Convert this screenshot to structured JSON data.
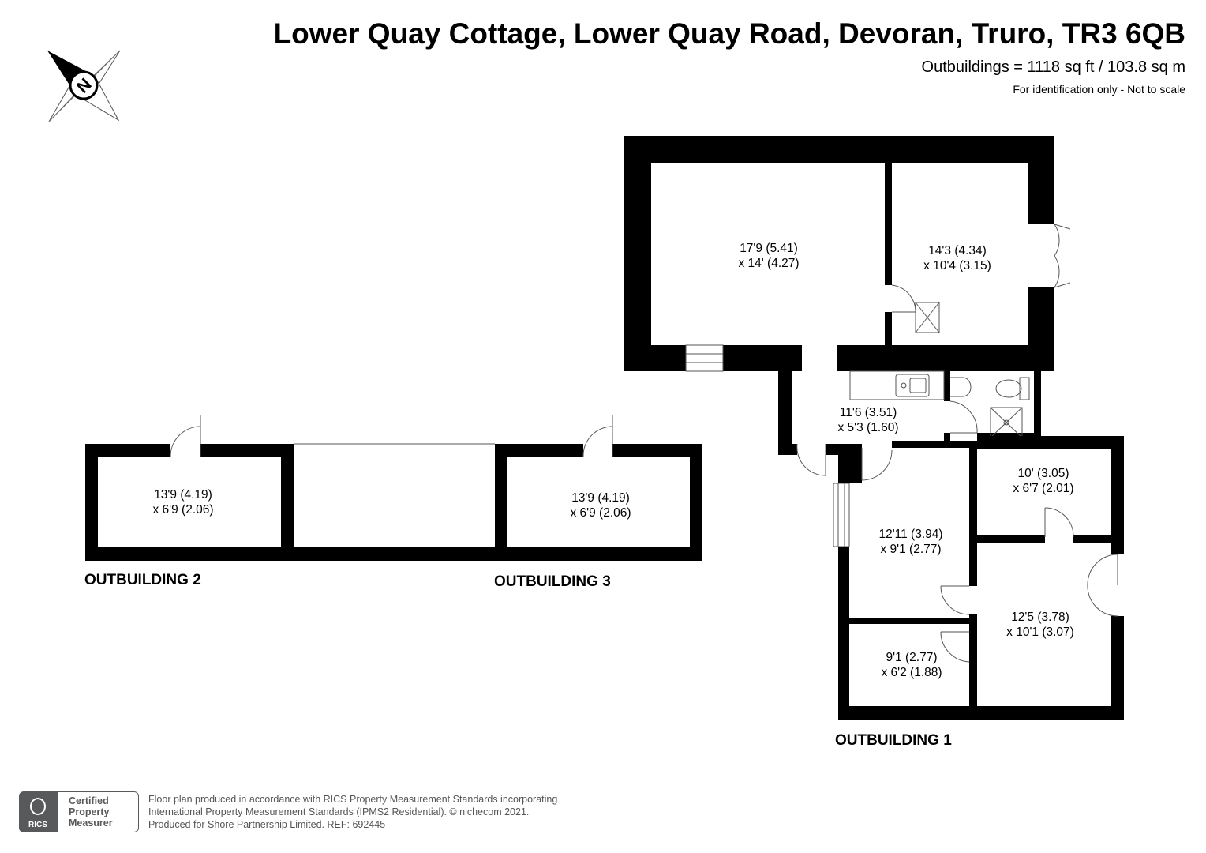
{
  "header": {
    "title": "Lower Quay Cottage, Lower Quay Road, Devoran, Truro, TR3 6QB",
    "area": "Outbuildings = 1118 sq ft / 103.8 sq m",
    "note": "For identification only - Not to scale"
  },
  "compass": {
    "label": "N",
    "icon": "compass-rose-icon"
  },
  "buildings": {
    "ob1": "OUTBUILDING 1",
    "ob2": "OUTBUILDING 2",
    "ob3": "OUTBUILDING 3"
  },
  "rooms": {
    "main_large": {
      "line1": "17'9 (5.41)",
      "line2": "x 14' (4.27)"
    },
    "main_right": {
      "line1": "14'3 (4.34)",
      "line2": "x 10'4 (3.15)"
    },
    "kitchen": {
      "line1": "11'6 (3.51)",
      "line2": "x 5'3 (1.60)"
    },
    "ob1_topright": {
      "line1": "10' (3.05)",
      "line2": "x 6'7 (2.01)"
    },
    "ob1_left": {
      "line1": "12'11 (3.94)",
      "line2": "x 9'1 (2.77)"
    },
    "ob1_right": {
      "line1": "12'5 (3.78)",
      "line2": "x 10'1 (3.07)"
    },
    "ob1_small": {
      "line1": "9'1 (2.77)",
      "line2": "x 6'2 (1.88)"
    },
    "ob2_room": {
      "line1": "13'9 (4.19)",
      "line2": "x 6'9 (2.06)"
    },
    "ob3_room": {
      "line1": "13'9 (4.19)",
      "line2": "x 6'9 (2.06)"
    }
  },
  "badge": {
    "logo_text": "RICS",
    "line1": "Certified",
    "line2": "Property",
    "line3": "Measurer"
  },
  "footer": {
    "line1": "Floor plan produced in accordance with RICS Property Measurement Standards incorporating",
    "line2": "International Property Measurement Standards (IPMS2 Residential).  © nichecom 2021.",
    "line3": "Produced for Shore Partnership Limited.   REF:  692445"
  },
  "colors": {
    "wall": "#000000",
    "fixture": "#555555",
    "badge": "#58595b"
  }
}
